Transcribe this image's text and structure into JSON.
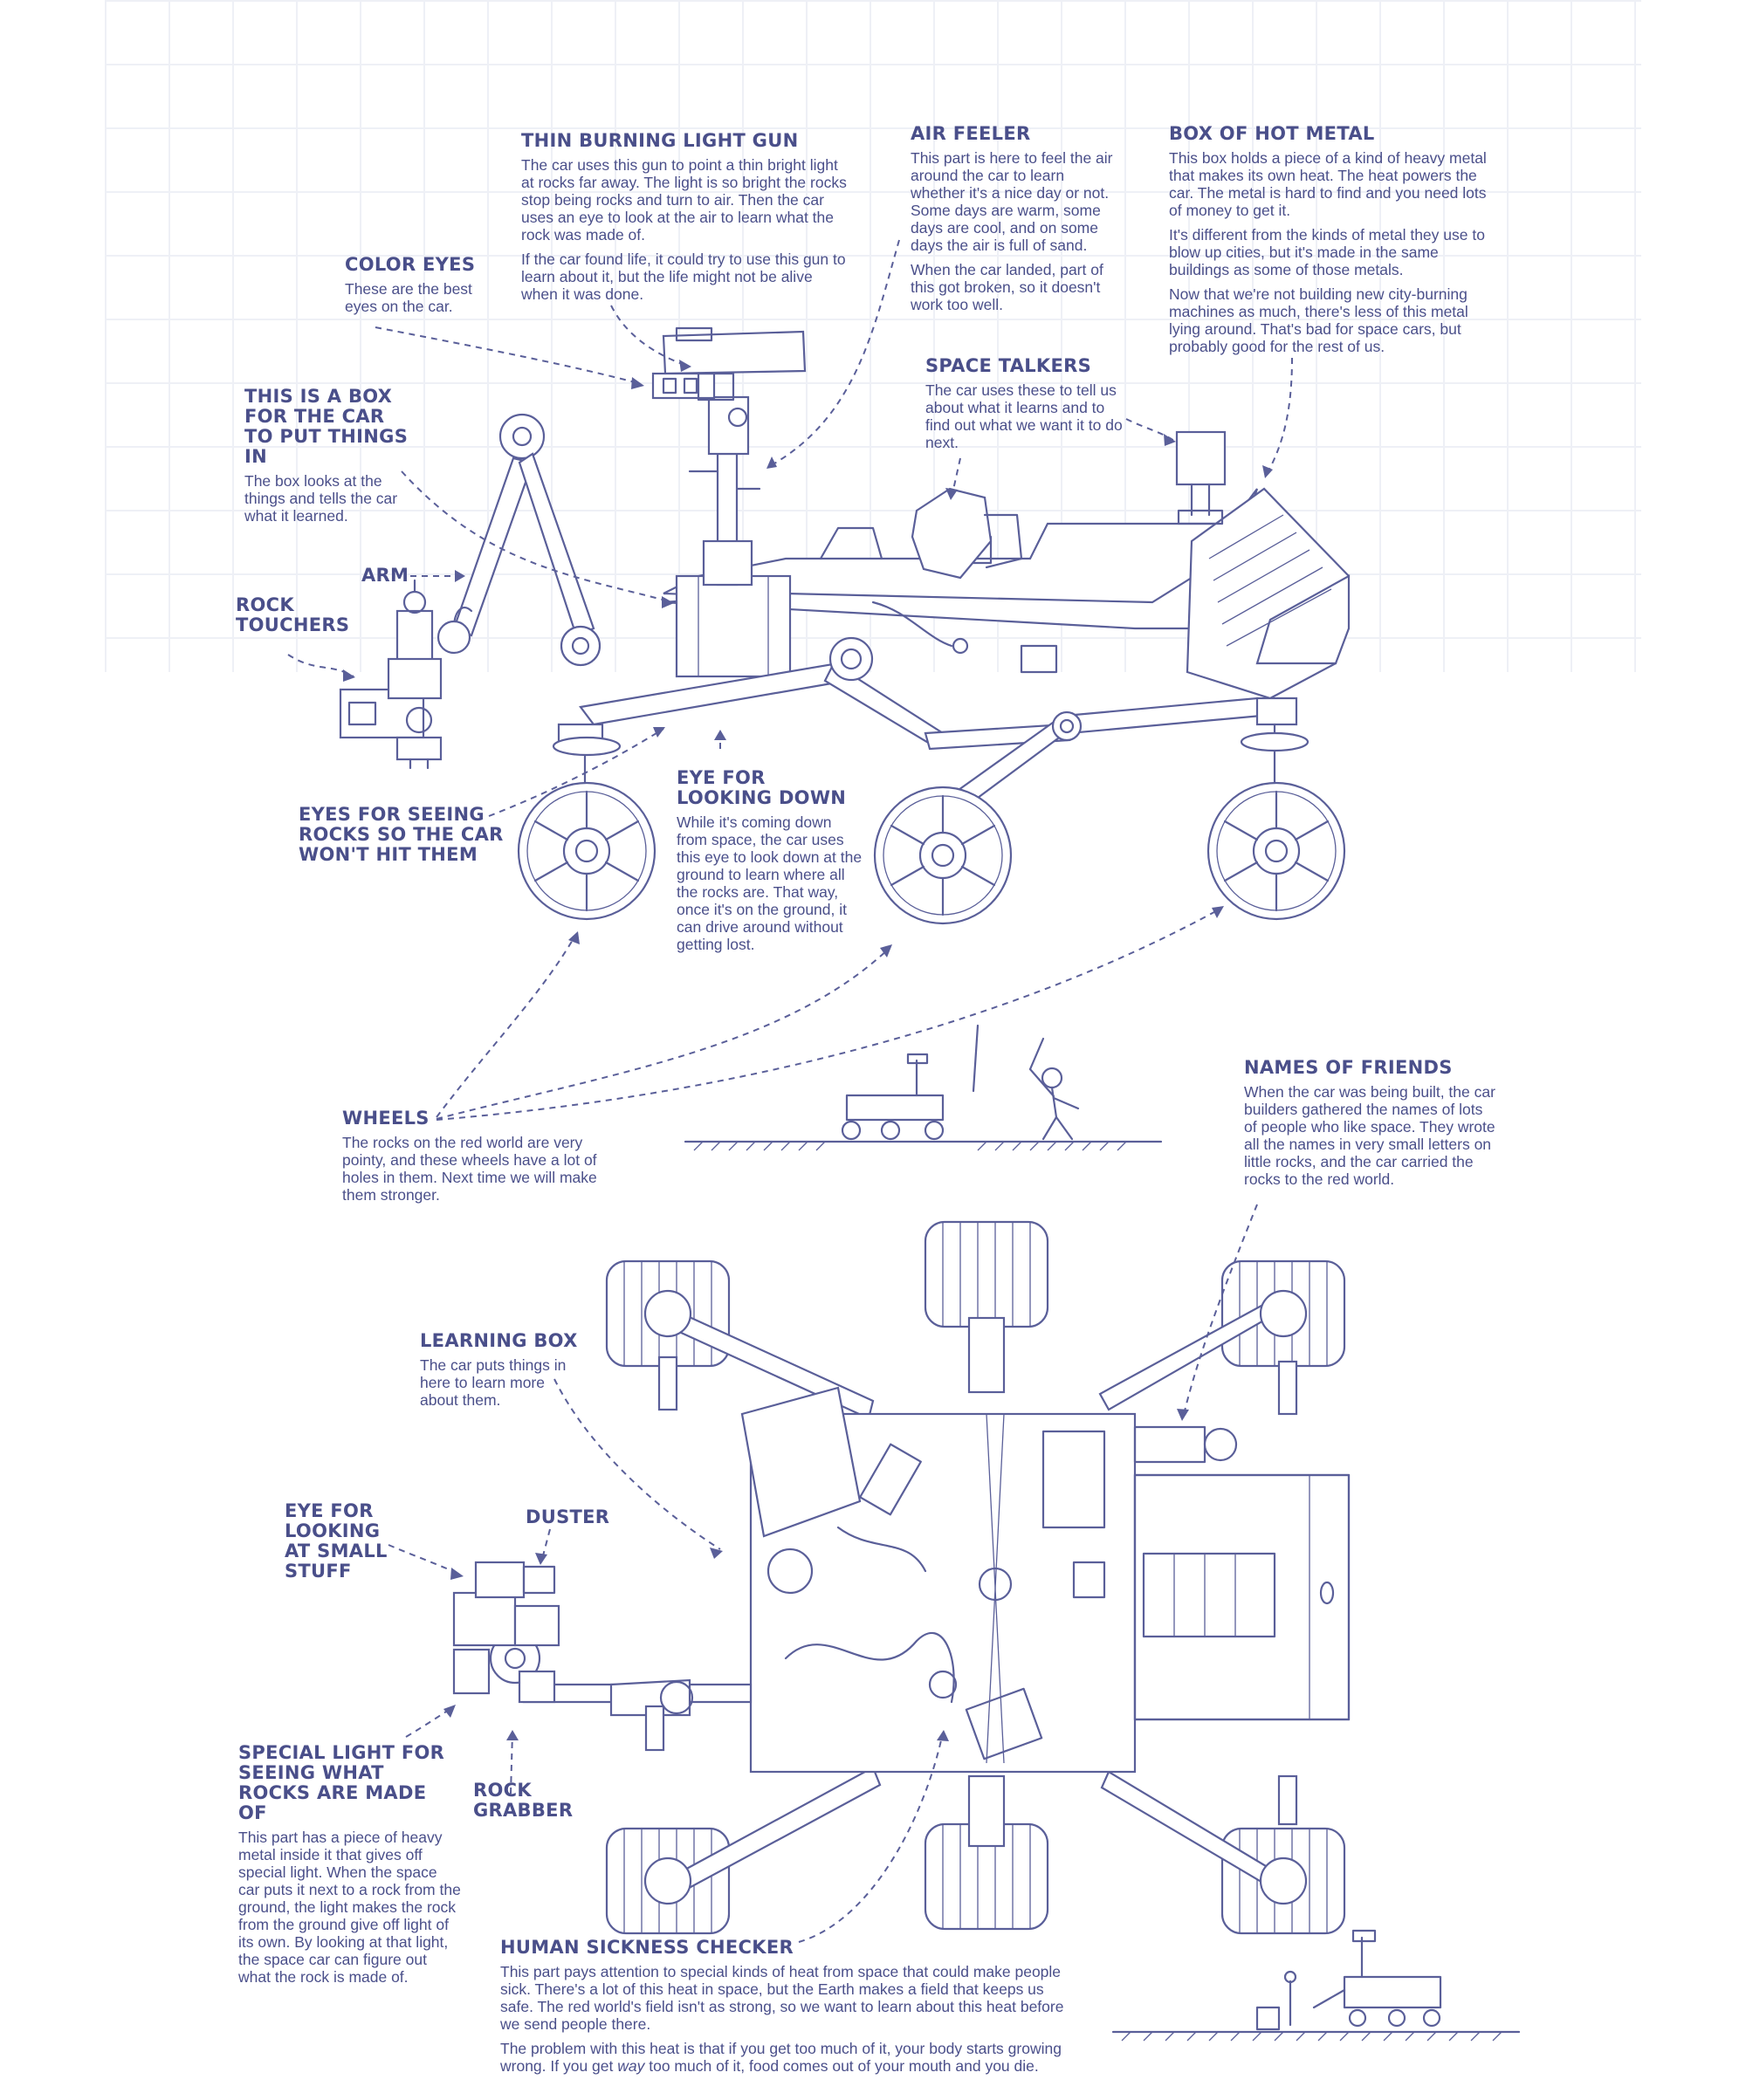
{
  "labels": {
    "thin_burning_light_gun": {
      "title": "THIN BURNING LIGHT GUN",
      "p1": "The car uses this gun to point a thin bright light at rocks far away. The light is so bright the rocks stop being rocks and turn to air. Then the car uses an eye to look at the air to learn what the rock was made of.",
      "p2": "If the car found life, it could try to use this gun to learn about it, but the life might not be alive when it was done."
    },
    "air_feeler": {
      "title": "AIR FEELER",
      "p1": "This part is here to feel the air around the car to learn whether it's a nice day or not. Some days are warm, some days are cool, and on some days the air is full of sand.",
      "p2": "When the car landed, part of this got broken, so it doesn't work too well."
    },
    "box_of_hot_metal": {
      "title": "BOX OF HOT METAL",
      "p1": "This box holds a piece of a kind of heavy metal that makes its own heat. The heat powers the car. The metal is hard to find and you need lots of money to get it.",
      "p2": "It's different from the kinds of metal they use to blow up cities, but it's made in the same buildings as some of those metals.",
      "p3": "Now that we're not building new city-burning machines as much, there's less of this metal lying around. That's bad for space cars, but probably good for the rest of us."
    },
    "color_eyes": {
      "title": "COLOR EYES",
      "p1": "These are the best eyes on the car."
    },
    "space_talkers": {
      "title": "SPACE TALKERS",
      "p1": "The car uses these to tell us about what it learns and to find out what we want it to do next."
    },
    "box_for_things": {
      "title": "THIS IS A BOX FOR THE CAR TO PUT THINGS IN",
      "p1": "The box looks at the things and tells the car what it learned."
    },
    "arm": {
      "title": "ARM"
    },
    "rock_touchers": {
      "title": "ROCK TOUCHERS"
    },
    "eye_for_looking_down": {
      "title": "EYE FOR LOOKING DOWN",
      "p1": "While it's coming down from space, the car uses this eye to look down at the ground to learn where all the rocks are. That way, once it's on the ground, it can drive around without getting lost."
    },
    "eyes_for_seeing_rocks": {
      "title": "EYES FOR SEEING ROCKS SO THE CAR WON'T HIT THEM"
    },
    "wheels": {
      "title": "WHEELS",
      "p1": "The rocks on the red world are very pointy, and these wheels have a lot of holes in them. Next time we will make them stronger."
    },
    "names_of_friends": {
      "title": "NAMES OF FRIENDS",
      "p1": "When the car was being built, the car builders gathered the names of lots of people who like space. They wrote all the names in very small letters on little rocks, and the car carried the rocks to the red world."
    },
    "learning_box": {
      "title": "LEARNING BOX",
      "p1": "The car puts things in here to learn more about them."
    },
    "eye_for_looking_at_small_stuff": {
      "title": "EYE FOR LOOKING AT SMALL STUFF"
    },
    "duster": {
      "title": "DUSTER"
    },
    "special_light": {
      "title": "SPECIAL LIGHT FOR SEEING WHAT ROCKS ARE MADE OF",
      "p1": "This part has a piece of heavy metal inside it that gives off special light. When the space car puts it next to a rock from the ground, the light makes the rock from the ground give off light of its own. By looking at that light, the space car can figure out what the rock is made of."
    },
    "rock_grabber": {
      "title": "ROCK GRABBER"
    },
    "human_sickness_checker": {
      "title": "HUMAN SICKNESS CHECKER",
      "p1": "This part pays attention to special kinds of heat from space that could make people sick. There's a lot of this heat in space, but the Earth makes a field that keeps us safe. The red world's field isn't as strong, so we want to learn about this heat before we send people there.",
      "p2_before": "The problem with this heat is that if you get too much of it, your body starts growing wrong. If you get ",
      "p2_em": "way",
      "p2_after": " too much of it, food comes out of your mouth and you die."
    }
  },
  "colors": {
    "ink": "#4a4f8a",
    "line": "#5a5f99",
    "grid": "#eef0f6"
  }
}
